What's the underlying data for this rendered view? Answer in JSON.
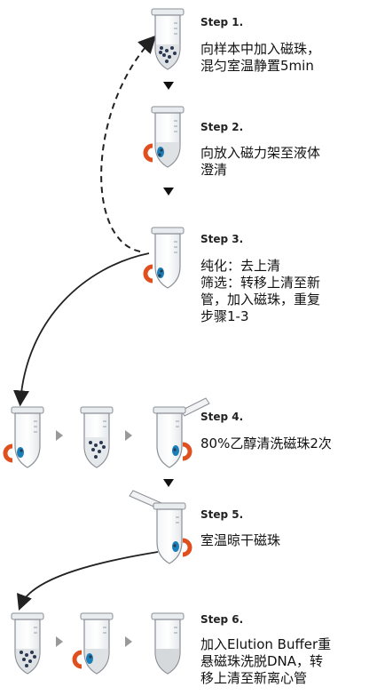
{
  "steps": [
    {
      "label": "Step 1.",
      "lines": [
        "向样本中加入磁珠，",
        "混匀室温静置5min"
      ]
    },
    {
      "label": "Step 2.",
      "lines": [
        "向放入磁力架至液体",
        "澄清"
      ]
    },
    {
      "label": "Step 3.",
      "lines": [
        "纯化：去上清",
        "筛选：转移上清至新",
        "管，加入磁珠，重复",
        "步骤1-3"
      ]
    },
    {
      "label": "Step 4.",
      "lines": [
        "80%乙醇清洗磁珠2次"
      ]
    },
    {
      "label": "Step 5.",
      "lines": [
        "室温晾干磁珠"
      ]
    },
    {
      "label": "Step 6.",
      "lines": [
        "加入Elution Buffer重",
        "悬磁珠洗脱DNA，转",
        "移上清至新离心管"
      ]
    }
  ],
  "icons": {
    "tube": "microcentrifuge-tube-icon",
    "magnet": "magnet-icon",
    "beads": "magnetic-beads-icon",
    "down_arrow": "triangle-down-icon",
    "right_arrow": "triangle-right-icon"
  },
  "colors": {
    "magnet": "#e0501f",
    "bead": "#1a7fb8",
    "bead_dark": "#2a3850",
    "liquid": "#dfe2e5",
    "tube_outline": "#8a8f95",
    "arrow_gray": "#999999",
    "text": "#111111"
  }
}
